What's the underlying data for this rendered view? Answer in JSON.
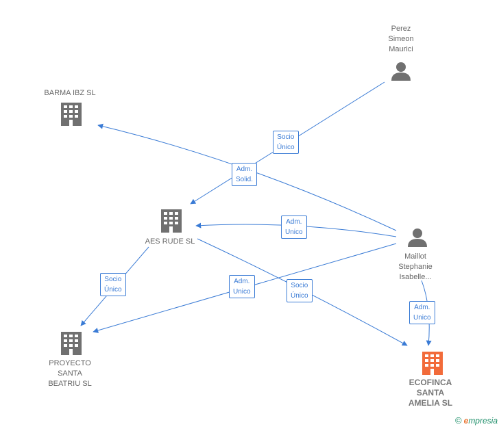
{
  "nodes": {
    "perez": {
      "lines": [
        "Perez",
        "Simeon",
        "Maurici"
      ],
      "icon": "person-icon"
    },
    "barma": {
      "lines": [
        "BARMA IBZ  SL"
      ],
      "icon": "building-icon"
    },
    "aes": {
      "lines": [
        "AES RUDE  SL"
      ],
      "icon": "building-icon"
    },
    "maillot": {
      "lines": [
        "Maillot",
        "Stephanie",
        "Isabelle..."
      ],
      "icon": "person-icon"
    },
    "proyecto": {
      "lines": [
        "PROYECTO",
        "SANTA",
        "BEATRIU  SL"
      ],
      "icon": "building-icon"
    },
    "ecofinca": {
      "lines": [
        "ECOFINCA",
        "SANTA",
        "AMELIA  SL"
      ],
      "icon": "building-icon"
    }
  },
  "edges": {
    "socio_unico_perez": [
      "Socio",
      "Único"
    ],
    "adm_solid": [
      "Adm.",
      "Solid."
    ],
    "adm_unico_aes": [
      "Adm.",
      "Unico"
    ],
    "socio_unico_proyecto": [
      "Socio",
      "Único"
    ],
    "adm_unico_proyecto": [
      "Adm.",
      "Unico"
    ],
    "socio_unico_ecofinca": [
      "Socio",
      "Único"
    ],
    "adm_unico_ecofinca": [
      "Adm.",
      "Unico"
    ]
  },
  "colors": {
    "edge": "#3a7bd5",
    "building": "#707070",
    "focus_building": "#f26b3a",
    "person": "#707070"
  },
  "footer": {
    "copyright": "©",
    "brand_e": "e",
    "brand_rest": "mpresia"
  }
}
